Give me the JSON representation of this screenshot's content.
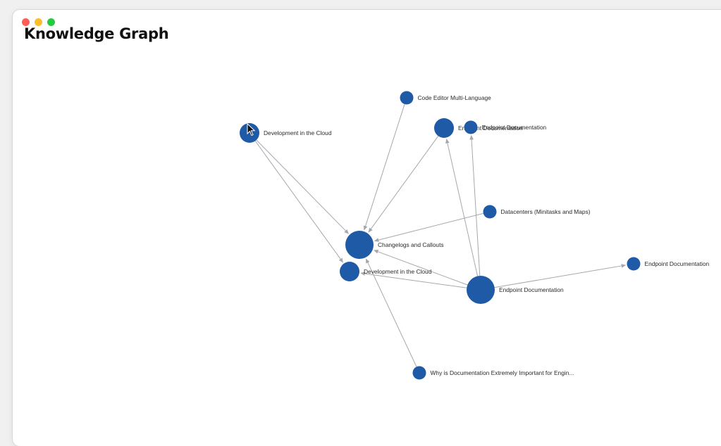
{
  "app": {
    "title": "Knowledge Graph",
    "window_controls": [
      {
        "name": "close-button",
        "color": "#ff5f57"
      },
      {
        "name": "minimize-button",
        "color": "#febc2e"
      },
      {
        "name": "zoom-button",
        "color": "#28c840"
      }
    ]
  },
  "colors": {
    "node_fill": "#1f5aa6",
    "edge_stroke": "#a4a8ae",
    "label": "#2b2b2b"
  },
  "graph": {
    "nodes": [
      {
        "id": "n1",
        "label": "Code Editor Multi-Language",
        "size": "small"
      },
      {
        "id": "n2",
        "label": "Development in the Cloud",
        "size": "medium"
      },
      {
        "id": "n3",
        "label": "Endpoint Documentation",
        "size": "medium"
      },
      {
        "id": "n4",
        "label": "Endpoint Documentation",
        "size": "small"
      },
      {
        "id": "n5",
        "label": "Datacenters (Minitasks and Maps)",
        "size": "small"
      },
      {
        "id": "n6",
        "label": "Changelogs and Callouts",
        "size": "large"
      },
      {
        "id": "n7",
        "label": "Development in the Cloud",
        "size": "medium"
      },
      {
        "id": "n8",
        "label": "Endpoint Documentation",
        "size": "large"
      },
      {
        "id": "n9",
        "label": "Endpoint Documentation",
        "size": "small"
      },
      {
        "id": "n10",
        "label": "Why is Documentation Extremely Important for Engin...",
        "size": "small"
      }
    ],
    "edges": [
      {
        "from": "n1",
        "to": "n6"
      },
      {
        "from": "n2",
        "to": "n6"
      },
      {
        "from": "n2",
        "to": "n7"
      },
      {
        "from": "n3",
        "to": "n6"
      },
      {
        "from": "n5",
        "to": "n6"
      },
      {
        "from": "n8",
        "to": "n6"
      },
      {
        "from": "n8",
        "to": "n7"
      },
      {
        "from": "n8",
        "to": "n3"
      },
      {
        "from": "n8",
        "to": "n4"
      },
      {
        "from": "n8",
        "to": "n9"
      },
      {
        "from": "n10",
        "to": "n6"
      }
    ]
  }
}
